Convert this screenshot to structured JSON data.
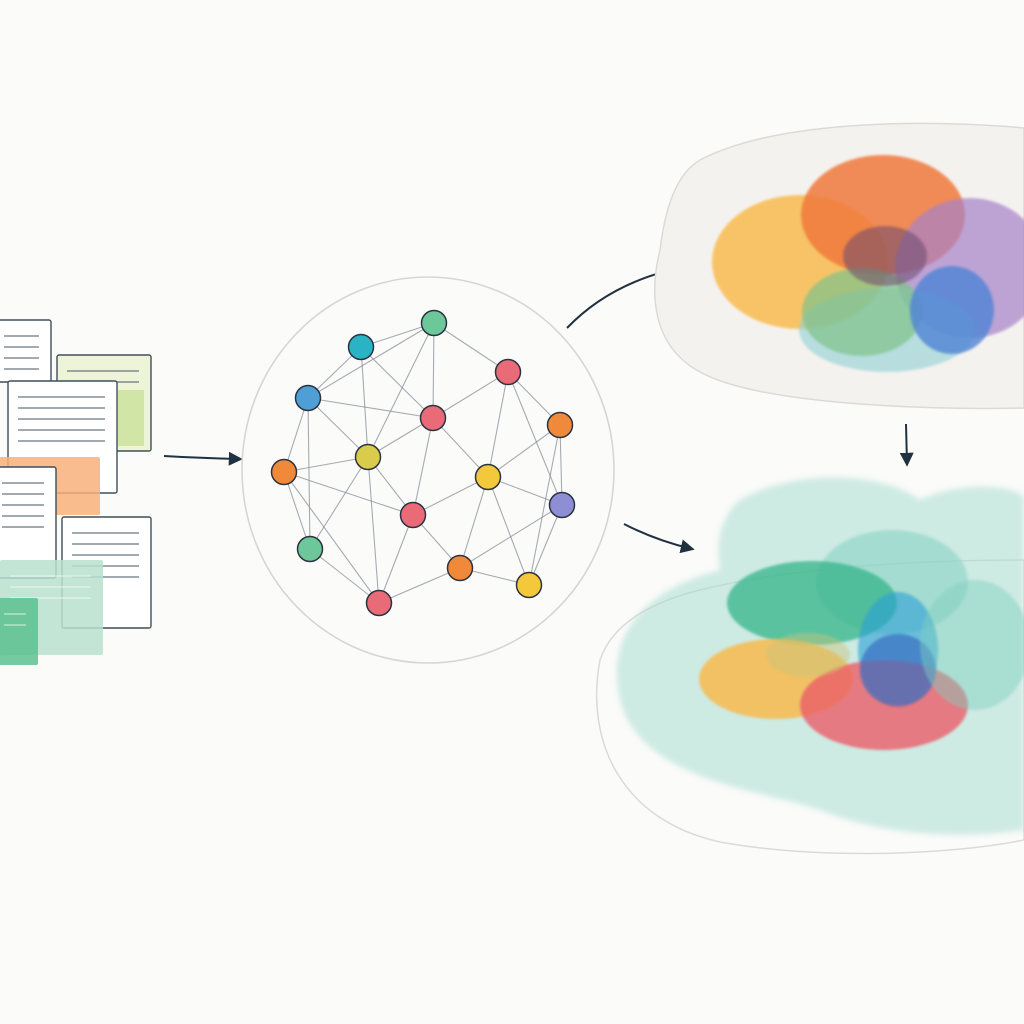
{
  "colors": {
    "background": "#fbfbf9",
    "arrow": "#22313f",
    "outline": "#d6d6d2",
    "node_stroke": "#2b3340",
    "edge": "#8a9099",
    "doc_border": "#3f4e5a",
    "doc_line": "#5a6873"
  },
  "documents": [
    {
      "fill": "#ffffff",
      "tint": null
    },
    {
      "fill": "#eef4d8",
      "tint": "#c9e29a"
    },
    {
      "fill": "#ffffff",
      "tint": null
    },
    {
      "fill": "#f7b07a",
      "tint": null
    },
    {
      "fill": "#ffffff",
      "tint": null
    },
    {
      "fill": "#ffffff",
      "tint": null
    },
    {
      "fill": "#b7e0cf",
      "tint": null
    },
    {
      "fill": "#5cc28f",
      "tint": null
    }
  ],
  "network": {
    "nodes": [
      {
        "id": "n1",
        "color": "#6cc89a"
      },
      {
        "id": "n2",
        "color": "#2ab3c4"
      },
      {
        "id": "n3",
        "color": "#ea6b78"
      },
      {
        "id": "n4",
        "color": "#4f9fd6"
      },
      {
        "id": "n5",
        "color": "#ea6b78"
      },
      {
        "id": "n6",
        "color": "#f1893a"
      },
      {
        "id": "n7",
        "color": "#f1893a"
      },
      {
        "id": "n8",
        "color": "#d8cc4a"
      },
      {
        "id": "n9",
        "color": "#f3c93b"
      },
      {
        "id": "n10",
        "color": "#8e8ed4"
      },
      {
        "id": "n11",
        "color": "#ea6b78"
      },
      {
        "id": "n12",
        "color": "#6cc89a"
      },
      {
        "id": "n13",
        "color": "#f1893a"
      },
      {
        "id": "n14",
        "color": "#f3c93b"
      },
      {
        "id": "n15",
        "color": "#ea6b78"
      }
    ],
    "edges": [
      [
        "n1",
        "n2"
      ],
      [
        "n1",
        "n3"
      ],
      [
        "n1",
        "n5"
      ],
      [
        "n1",
        "n4"
      ],
      [
        "n2",
        "n4"
      ],
      [
        "n2",
        "n5"
      ],
      [
        "n2",
        "n8"
      ],
      [
        "n3",
        "n5"
      ],
      [
        "n3",
        "n6"
      ],
      [
        "n3",
        "n9"
      ],
      [
        "n4",
        "n7"
      ],
      [
        "n4",
        "n5"
      ],
      [
        "n4",
        "n8"
      ],
      [
        "n4",
        "n12"
      ],
      [
        "n5",
        "n8"
      ],
      [
        "n5",
        "n9"
      ],
      [
        "n5",
        "n11"
      ],
      [
        "n6",
        "n9"
      ],
      [
        "n6",
        "n10"
      ],
      [
        "n6",
        "n14"
      ],
      [
        "n7",
        "n8"
      ],
      [
        "n7",
        "n12"
      ],
      [
        "n7",
        "n11"
      ],
      [
        "n7",
        "n15"
      ],
      [
        "n8",
        "n11"
      ],
      [
        "n8",
        "n12"
      ],
      [
        "n8",
        "n15"
      ],
      [
        "n9",
        "n10"
      ],
      [
        "n9",
        "n11"
      ],
      [
        "n9",
        "n13"
      ],
      [
        "n10",
        "n14"
      ],
      [
        "n10",
        "n13"
      ],
      [
        "n11",
        "n13"
      ],
      [
        "n11",
        "n15"
      ],
      [
        "n12",
        "n15"
      ],
      [
        "n13",
        "n14"
      ],
      [
        "n13",
        "n15"
      ],
      [
        "n9",
        "n14"
      ],
      [
        "n1",
        "n8"
      ],
      [
        "n3",
        "n10"
      ]
    ]
  },
  "cluster_top": [
    {
      "color": "#f9b94a"
    },
    {
      "color": "#f07a3c"
    },
    {
      "color": "#a782c8"
    },
    {
      "color": "#8fd0d4"
    },
    {
      "color": "#7fc28a"
    },
    {
      "color": "#4f84d6"
    },
    {
      "color": "#6c4a6e"
    }
  ],
  "cluster_bottom": [
    {
      "color": "#a9ddd2"
    },
    {
      "color": "#7fd0c0"
    },
    {
      "color": "#34b58a"
    },
    {
      "color": "#2aa0d6"
    },
    {
      "color": "#f9b94a"
    },
    {
      "color": "#ec5f6b"
    },
    {
      "color": "#3a6fc4"
    },
    {
      "color": "#c9c47a"
    }
  ]
}
